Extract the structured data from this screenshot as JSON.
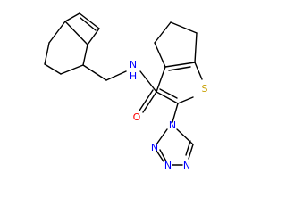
{
  "molecule": {
    "colors": {
      "bond": "#000000",
      "carbon": "#000000",
      "nitrogen": "#0000ff",
      "oxygen": "#ff0000",
      "sulfur": "#c8a000"
    },
    "labels": {
      "amide_nh": "N",
      "amide_h": "H",
      "carbonyl_o": "O",
      "thiophene_s": "S",
      "tetrazole_n1": "N",
      "tetrazole_n2": "N",
      "tetrazole_n3": "N",
      "tetrazole_n4": "N"
    }
  }
}
